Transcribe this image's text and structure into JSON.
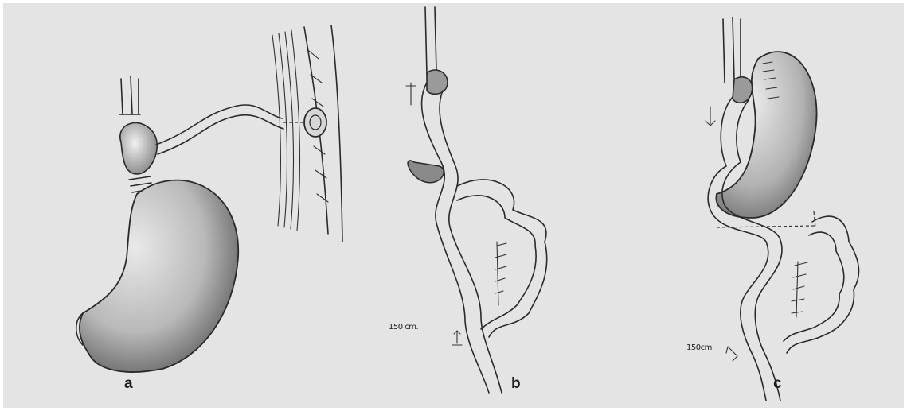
{
  "panels": [
    {
      "id": "a",
      "label": "a"
    },
    {
      "id": "b",
      "label": "b",
      "annotation": "150 cm."
    },
    {
      "id": "c",
      "label": "c",
      "annotation": "150cm"
    }
  ]
}
